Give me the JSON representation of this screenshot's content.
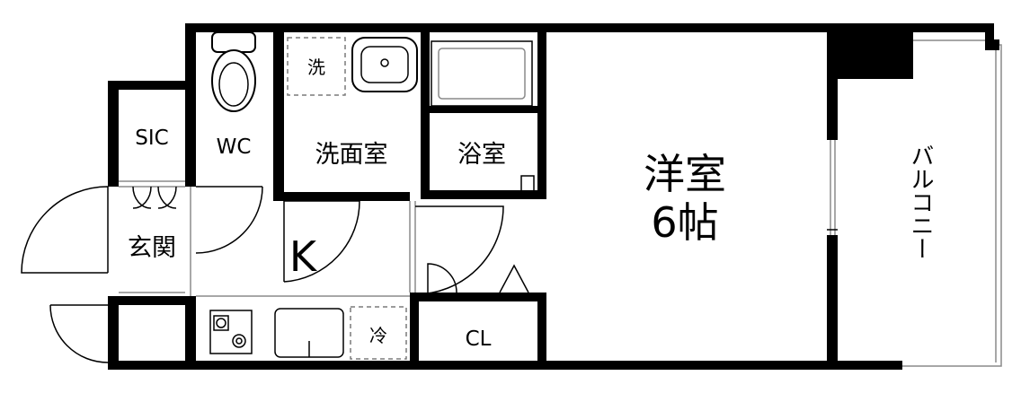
{
  "rooms": {
    "sic": "SIC",
    "wc": "WC",
    "washroom": "洗面室",
    "bathroom": "浴室",
    "western_room": "洋室",
    "western_room_size": "6帖",
    "balcony": "バルコニー",
    "entrance": "玄関",
    "kitchen": "K",
    "closet": "CL"
  },
  "fixtures": {
    "washer_space": "洗",
    "fridge_space": "冷"
  }
}
